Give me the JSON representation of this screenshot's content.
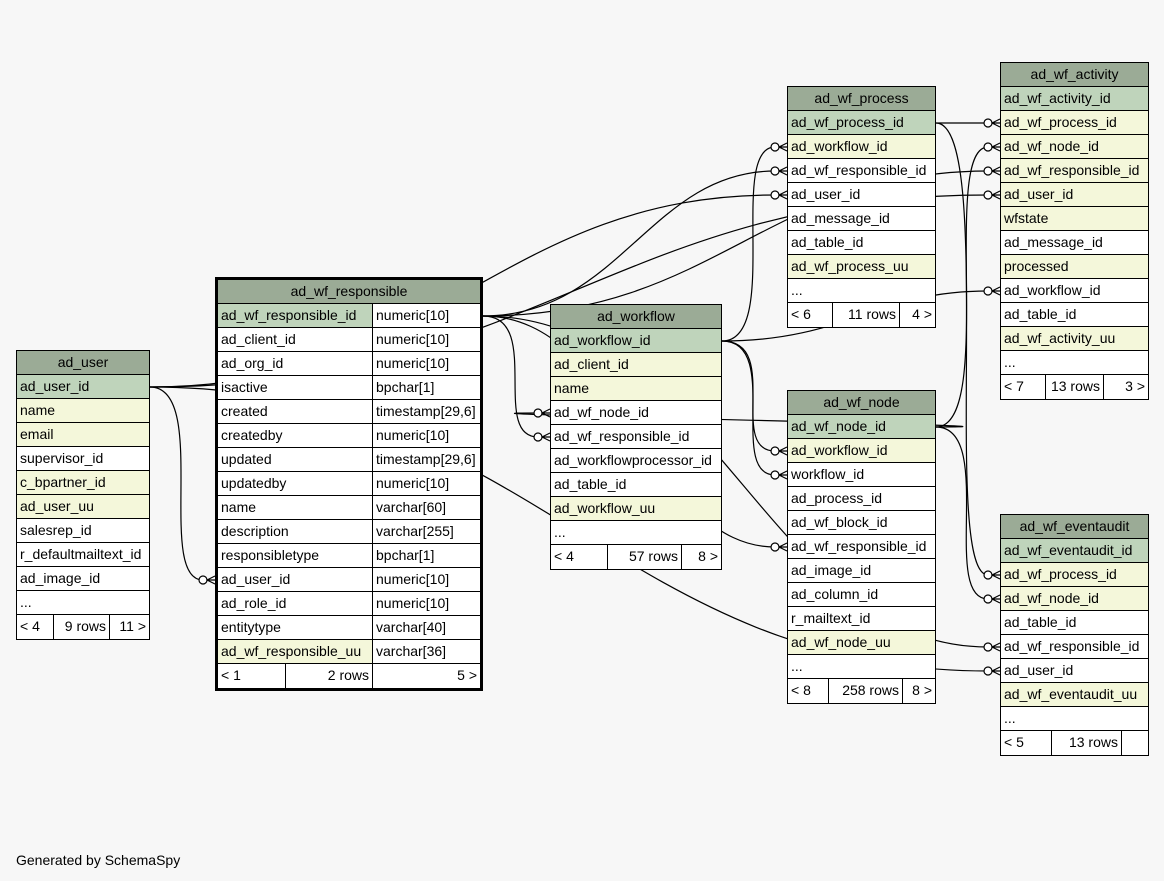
{
  "footer": "Generated by SchemaSpy",
  "tables": {
    "ad_user": {
      "name": "ad_user",
      "rows": [
        {
          "text": "ad_user_id",
          "kind": "pk"
        },
        {
          "text": "name",
          "kind": "fk"
        },
        {
          "text": "email",
          "kind": "fk"
        },
        {
          "text": "supervisor_id",
          "kind": "plain"
        },
        {
          "text": "c_bpartner_id",
          "kind": "fk"
        },
        {
          "text": "ad_user_uu",
          "kind": "fk"
        },
        {
          "text": "salesrep_id",
          "kind": "plain"
        },
        {
          "text": "r_defaultmailtext_id",
          "kind": "plain"
        },
        {
          "text": "ad_image_id",
          "kind": "plain"
        },
        {
          "text": "...",
          "kind": "plain"
        }
      ],
      "footer": {
        "left": "< 4",
        "mid": "9 rows",
        "right": "11 >"
      }
    },
    "ad_wf_responsible": {
      "name": "ad_wf_responsible",
      "rows": [
        {
          "text": "ad_wf_responsible_id",
          "type": "numeric[10]",
          "kind": "pk"
        },
        {
          "text": "ad_client_id",
          "type": "numeric[10]",
          "kind": "plain"
        },
        {
          "text": "ad_org_id",
          "type": "numeric[10]",
          "kind": "plain"
        },
        {
          "text": "isactive",
          "type": "bpchar[1]",
          "kind": "plain"
        },
        {
          "text": "created",
          "type": "timestamp[29,6]",
          "kind": "plain"
        },
        {
          "text": "createdby",
          "type": "numeric[10]",
          "kind": "plain"
        },
        {
          "text": "updated",
          "type": "timestamp[29,6]",
          "kind": "plain"
        },
        {
          "text": "updatedby",
          "type": "numeric[10]",
          "kind": "plain"
        },
        {
          "text": "name",
          "type": "varchar[60]",
          "kind": "plain"
        },
        {
          "text": "description",
          "type": "varchar[255]",
          "kind": "plain"
        },
        {
          "text": "responsibletype",
          "type": "bpchar[1]",
          "kind": "plain"
        },
        {
          "text": "ad_user_id",
          "type": "numeric[10]",
          "kind": "plain"
        },
        {
          "text": "ad_role_id",
          "type": "numeric[10]",
          "kind": "plain"
        },
        {
          "text": "entitytype",
          "type": "varchar[40]",
          "kind": "plain"
        },
        {
          "text": "ad_wf_responsible_uu",
          "type": "varchar[36]",
          "kind": "fk"
        }
      ],
      "footer": {
        "left": "< 1",
        "mid": "2 rows",
        "right": "5 >"
      }
    },
    "ad_workflow": {
      "name": "ad_workflow",
      "rows": [
        {
          "text": "ad_workflow_id",
          "kind": "pk"
        },
        {
          "text": "ad_client_id",
          "kind": "fk"
        },
        {
          "text": "name",
          "kind": "fk"
        },
        {
          "text": "ad_wf_node_id",
          "kind": "plain"
        },
        {
          "text": "ad_wf_responsible_id",
          "kind": "plain"
        },
        {
          "text": "ad_workflowprocessor_id",
          "kind": "plain"
        },
        {
          "text": "ad_table_id",
          "kind": "plain"
        },
        {
          "text": "ad_workflow_uu",
          "kind": "fk"
        },
        {
          "text": "...",
          "kind": "plain"
        }
      ],
      "footer": {
        "left": "< 4",
        "mid": "57 rows",
        "right": "8 >"
      }
    },
    "ad_wf_process": {
      "name": "ad_wf_process",
      "rows": [
        {
          "text": "ad_wf_process_id",
          "kind": "pk"
        },
        {
          "text": "ad_workflow_id",
          "kind": "fk"
        },
        {
          "text": "ad_wf_responsible_id",
          "kind": "plain"
        },
        {
          "text": "ad_user_id",
          "kind": "plain"
        },
        {
          "text": "ad_message_id",
          "kind": "plain"
        },
        {
          "text": "ad_table_id",
          "kind": "plain"
        },
        {
          "text": "ad_wf_process_uu",
          "kind": "fk"
        },
        {
          "text": "...",
          "kind": "plain"
        }
      ],
      "footer": {
        "left": "< 6",
        "mid": "11 rows",
        "right": "4 >"
      }
    },
    "ad_wf_node": {
      "name": "ad_wf_node",
      "rows": [
        {
          "text": "ad_wf_node_id",
          "kind": "pk"
        },
        {
          "text": "ad_workflow_id",
          "kind": "fk"
        },
        {
          "text": "workflow_id",
          "kind": "plain"
        },
        {
          "text": "ad_process_id",
          "kind": "plain"
        },
        {
          "text": "ad_wf_block_id",
          "kind": "plain"
        },
        {
          "text": "ad_wf_responsible_id",
          "kind": "plain"
        },
        {
          "text": "ad_image_id",
          "kind": "plain"
        },
        {
          "text": "ad_column_id",
          "kind": "plain"
        },
        {
          "text": "r_mailtext_id",
          "kind": "plain"
        },
        {
          "text": "ad_wf_node_uu",
          "kind": "fk"
        },
        {
          "text": "...",
          "kind": "plain"
        }
      ],
      "footer": {
        "left": "< 8",
        "mid": "258 rows",
        "right": "8 >"
      }
    },
    "ad_wf_activity": {
      "name": "ad_wf_activity",
      "rows": [
        {
          "text": "ad_wf_activity_id",
          "kind": "pk"
        },
        {
          "text": "ad_wf_process_id",
          "kind": "fk"
        },
        {
          "text": "ad_wf_node_id",
          "kind": "fk"
        },
        {
          "text": "ad_wf_responsible_id",
          "kind": "fk"
        },
        {
          "text": "ad_user_id",
          "kind": "fk"
        },
        {
          "text": "wfstate",
          "kind": "fk"
        },
        {
          "text": "ad_message_id",
          "kind": "plain"
        },
        {
          "text": "processed",
          "kind": "fk"
        },
        {
          "text": "ad_workflow_id",
          "kind": "plain"
        },
        {
          "text": "ad_table_id",
          "kind": "plain"
        },
        {
          "text": "ad_wf_activity_uu",
          "kind": "fk"
        },
        {
          "text": "...",
          "kind": "plain"
        }
      ],
      "footer": {
        "left": "< 7",
        "mid": "13 rows",
        "right": "3 >"
      }
    },
    "ad_wf_eventaudit": {
      "name": "ad_wf_eventaudit",
      "rows": [
        {
          "text": "ad_wf_eventaudit_id",
          "kind": "pk"
        },
        {
          "text": "ad_wf_process_id",
          "kind": "fk"
        },
        {
          "text": "ad_wf_node_id",
          "kind": "fk"
        },
        {
          "text": "ad_table_id",
          "kind": "plain"
        },
        {
          "text": "ad_wf_responsible_id",
          "kind": "plain"
        },
        {
          "text": "ad_user_id",
          "kind": "plain"
        },
        {
          "text": "ad_wf_eventaudit_uu",
          "kind": "fk"
        },
        {
          "text": "...",
          "kind": "plain"
        }
      ],
      "footer": {
        "left": "< 5",
        "mid": "13 rows",
        "right": ""
      }
    }
  },
  "relationships": [
    {
      "from": "ad_user.ad_user_id",
      "to": "ad_wf_responsible.ad_user_id"
    },
    {
      "from": "ad_user.ad_user_id",
      "to": "ad_wf_process.ad_user_id"
    },
    {
      "from": "ad_user.ad_user_id",
      "to": "ad_wf_activity.ad_user_id"
    },
    {
      "from": "ad_user.ad_user_id",
      "to": "ad_wf_eventaudit.ad_user_id"
    },
    {
      "from": "ad_wf_responsible.ad_wf_responsible_id",
      "to": "ad_workflow.ad_wf_responsible_id"
    },
    {
      "from": "ad_wf_responsible.ad_wf_responsible_id",
      "to": "ad_wf_process.ad_wf_responsible_id"
    },
    {
      "from": "ad_wf_responsible.ad_wf_responsible_id",
      "to": "ad_wf_node.ad_wf_responsible_id"
    },
    {
      "from": "ad_wf_responsible.ad_wf_responsible_id",
      "to": "ad_wf_activity.ad_wf_responsible_id"
    },
    {
      "from": "ad_wf_responsible.ad_wf_responsible_id",
      "to": "ad_wf_eventaudit.ad_wf_responsible_id"
    },
    {
      "from": "ad_workflow.ad_workflow_id",
      "to": "ad_wf_process.ad_workflow_id"
    },
    {
      "from": "ad_workflow.ad_workflow_id",
      "to": "ad_wf_node.ad_workflow_id"
    },
    {
      "from": "ad_workflow.ad_workflow_id",
      "to": "ad_wf_node.workflow_id"
    },
    {
      "from": "ad_workflow.ad_workflow_id",
      "to": "ad_wf_activity.ad_workflow_id"
    },
    {
      "from": "ad_wf_node.ad_wf_node_id",
      "to": "ad_workflow.ad_wf_node_id"
    },
    {
      "from": "ad_wf_node.ad_wf_node_id",
      "to": "ad_wf_activity.ad_wf_node_id"
    },
    {
      "from": "ad_wf_node.ad_wf_node_id",
      "to": "ad_wf_eventaudit.ad_wf_node_id"
    },
    {
      "from": "ad_wf_process.ad_wf_process_id",
      "to": "ad_wf_activity.ad_wf_process_id"
    },
    {
      "from": "ad_wf_process.ad_wf_process_id",
      "to": "ad_wf_eventaudit.ad_wf_process_id"
    }
  ]
}
